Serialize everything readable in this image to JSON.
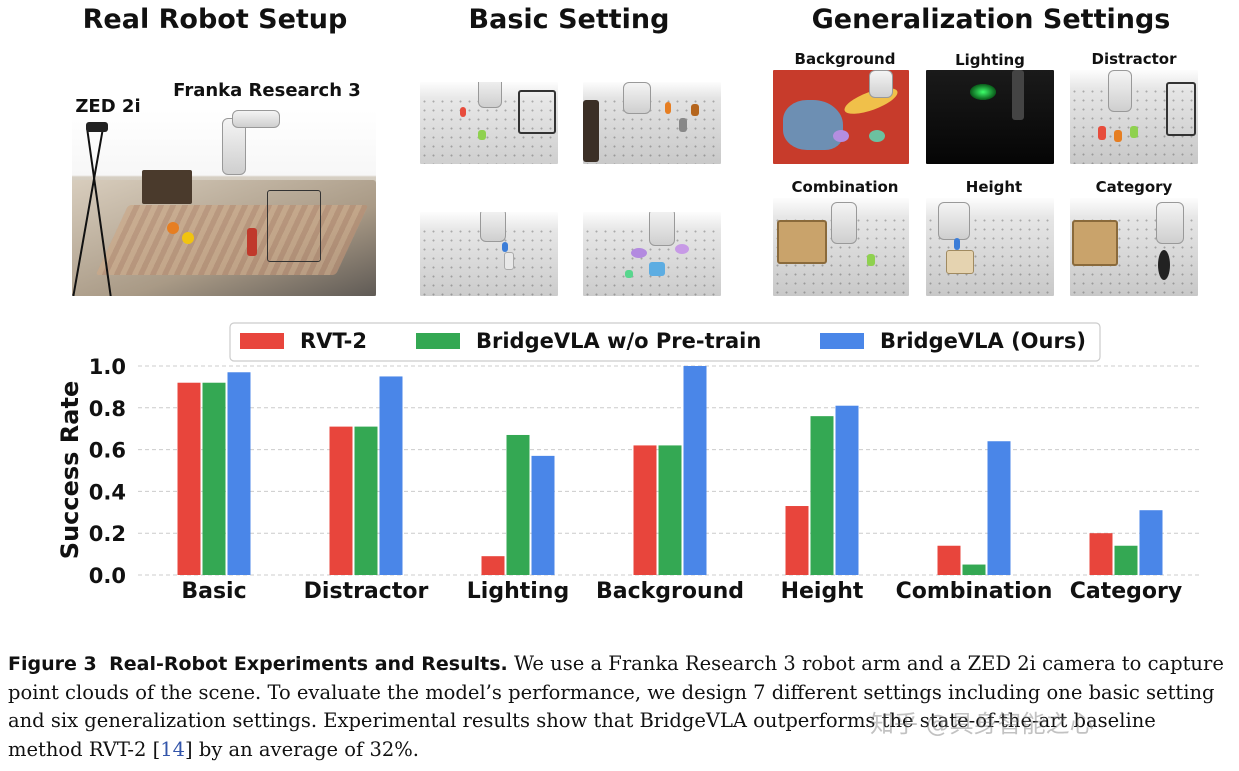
{
  "sections": {
    "real": "Real Robot Setup",
    "basic": "Basic Setting",
    "generalization": "Generalization Settings"
  },
  "setup_labels": {
    "camera": "ZED 2i",
    "robot": "Franka Research 3"
  },
  "gen_labels": [
    "Background",
    "Lighting",
    "Distractor",
    "Combination",
    "Height",
    "Category"
  ],
  "colors": {
    "rvt2": "#e8453c",
    "bridge_nopre": "#34a853",
    "bridge": "#4a86e8",
    "grid": "#cccccc"
  },
  "chart_data": {
    "type": "bar",
    "categories": [
      "Basic",
      "Distractor",
      "Lighting",
      "Background",
      "Height",
      "Combination",
      "Category"
    ],
    "series": [
      {
        "name": "RVT-2",
        "values": [
          0.92,
          0.71,
          0.09,
          0.62,
          0.33,
          0.14,
          0.2
        ]
      },
      {
        "name": "BridgeVLA w/o Pre-train",
        "values": [
          0.92,
          0.71,
          0.67,
          0.62,
          0.76,
          0.05,
          0.14
        ]
      },
      {
        "name": "BridgeVLA (Ours)",
        "values": [
          0.97,
          0.95,
          0.57,
          1.0,
          0.81,
          0.64,
          0.31
        ]
      }
    ],
    "ylabel": "Success Rate",
    "ylim": [
      0,
      1.0
    ],
    "yticks": [
      "0.0",
      "0.2",
      "0.4",
      "0.6",
      "0.8",
      "1.0"
    ],
    "grid": true,
    "legend": "top"
  },
  "caption": {
    "label": "Figure 3",
    "title": "Real-Robot Experiments and Results.",
    "text1": "We use a Franka Research 3 robot arm and a ZED 2i camera to capture point clouds of the scene. To evaluate the model’s performance, we design 7 different settings including one basic setting and six generalization settings. Experimental results show that BridgeVLA outperforms the state-of-the-art baseline method RVT-2 [",
    "ref": "14",
    "text2": "] by an average of 32%."
  },
  "watermark": "知乎 @具身智能之心"
}
